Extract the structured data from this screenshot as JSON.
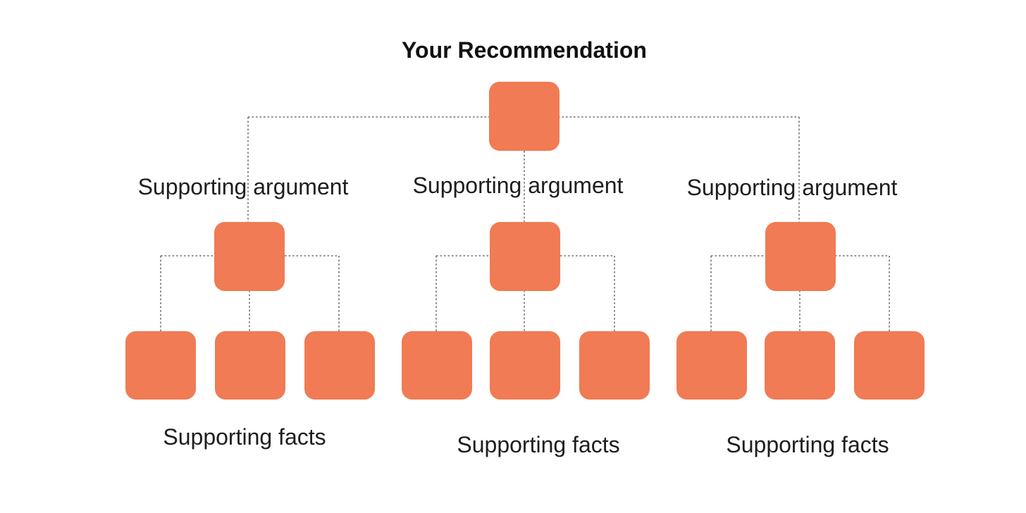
{
  "title": "Your Recommendation",
  "colors": {
    "accent": "#F07B54",
    "line": "#555555",
    "text": "#1E1E1E",
    "background": "#FFFFFF"
  },
  "groups": [
    {
      "argument_label": "Supporting argument",
      "facts_label": "Supporting facts"
    },
    {
      "argument_label": "Supporting argument",
      "facts_label": "Supporting facts"
    },
    {
      "argument_label": "Supporting argument",
      "facts_label": "Supporting facts"
    }
  ]
}
